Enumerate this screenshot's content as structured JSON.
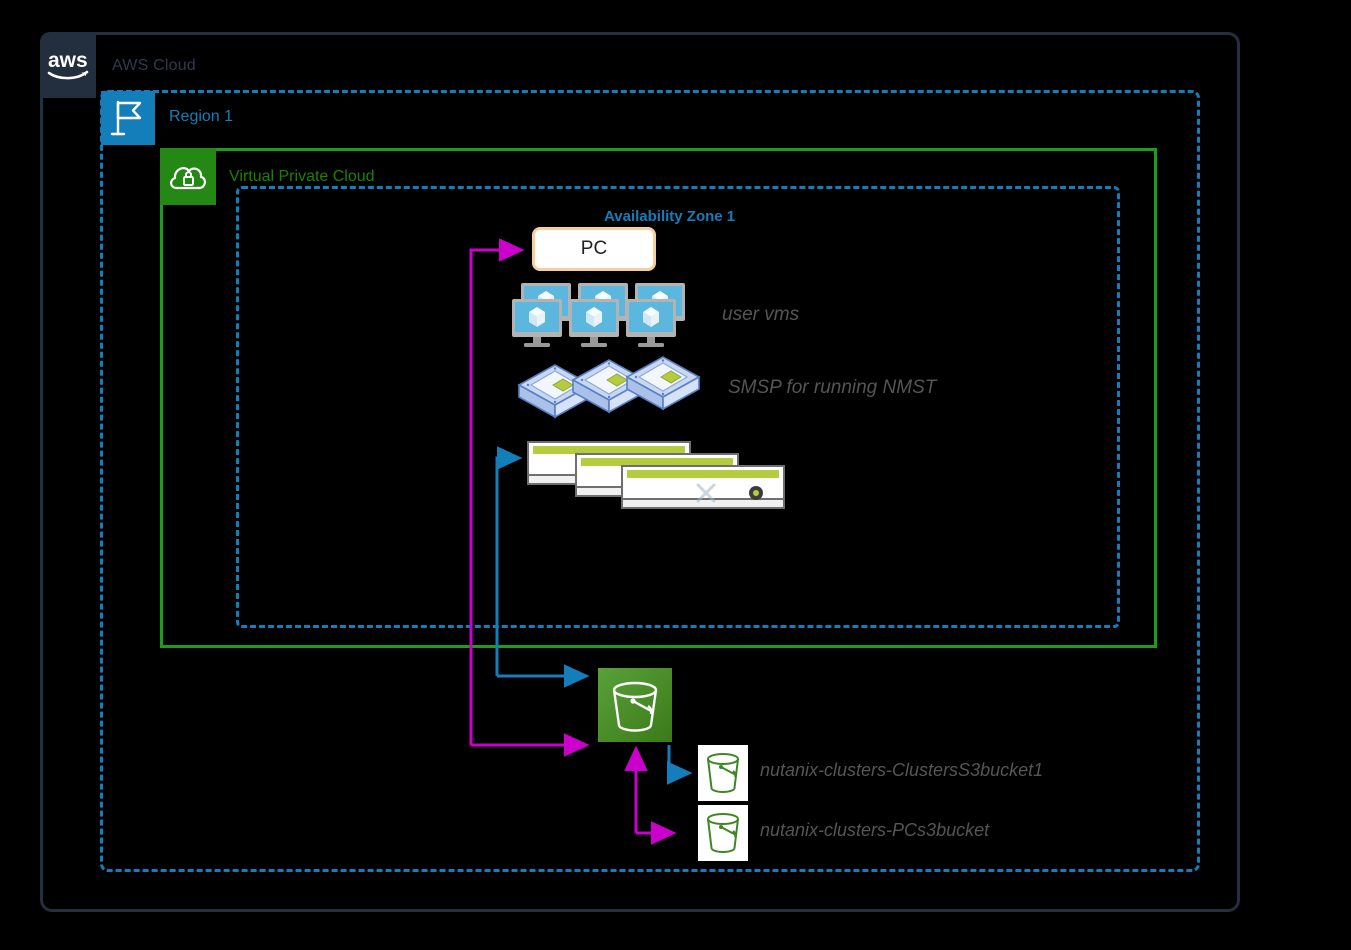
{
  "diagram": {
    "title": "AWS Cloud",
    "colors": {
      "aws_navy": "#232f3e",
      "aws_blue": "#147eba",
      "vpc_green": "#1d8102",
      "s3_green": "#3f8624",
      "magenta_arrow": "#cc00cc",
      "blue_arrow": "#147eba",
      "pc_border": "#f6cfa0",
      "note_gray": "#555555"
    },
    "containers": {
      "cloud": {
        "label": "AWS Cloud",
        "icon": "aws-logo-icon"
      },
      "region": {
        "label": "Region 1",
        "icon": "region-flag-icon"
      },
      "vpc": {
        "label": "Virtual Private Cloud",
        "icon": "vpc-lock-cloud-icon"
      },
      "availability_zone": {
        "label": "Availability Zone 1"
      }
    },
    "nodes": {
      "pc": {
        "label": "PC"
      },
      "user_vms": {
        "label": "user vms",
        "icon": "vm-stack-icon",
        "count": 6
      },
      "smsp": {
        "label": "SMSP for running NMST",
        "icon": "server-block-icon",
        "count": 3
      },
      "windows": {
        "label": "",
        "icon": "window-stack-icon",
        "count": 3
      },
      "s3_service": {
        "label": "",
        "icon": "s3-bucket-icon"
      },
      "bucket_clusters": {
        "label": "nutanix-clusters-ClustersS3bucket1",
        "icon": "bucket-outline-icon"
      },
      "bucket_pc": {
        "label": "nutanix-clusters-PCs3bucket",
        "icon": "bucket-outline-icon"
      }
    },
    "arrows": [
      {
        "name": "pc-to-s3",
        "color": "#cc00cc"
      },
      {
        "name": "windows-to-s3",
        "color": "#147eba"
      },
      {
        "name": "s3-to-clusters-bucket",
        "color": "#147eba"
      },
      {
        "name": "s3-to-pc-bucket",
        "color": "#cc00cc"
      }
    ]
  }
}
